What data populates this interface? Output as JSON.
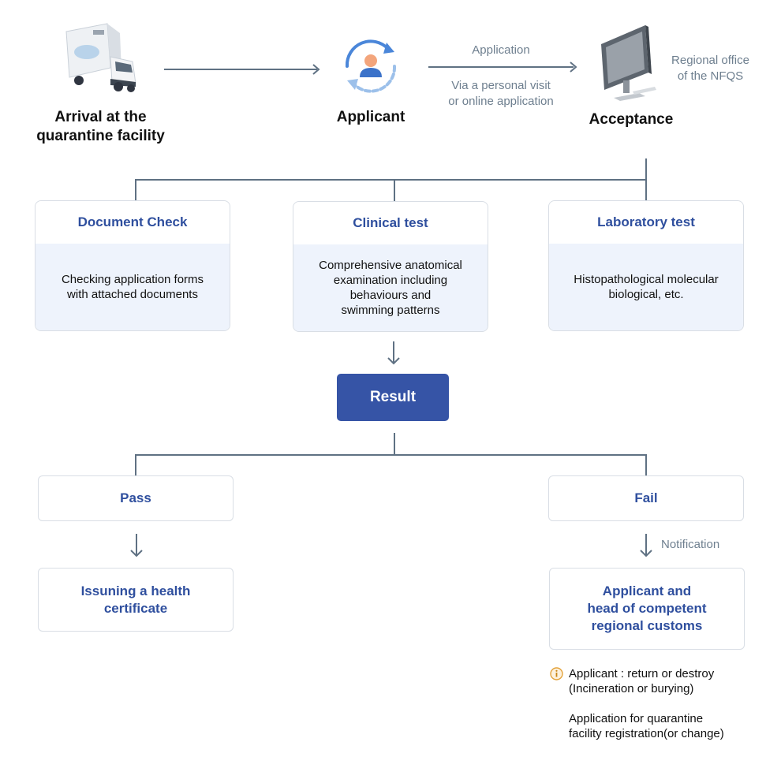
{
  "steps": {
    "arrival": "Arrival at the\nquarantine facility",
    "applicant": "Applicant",
    "acceptance": "Acceptance"
  },
  "application_label": "Application",
  "application_method": "Via a personal visit\nor online application",
  "regional_office": "Regional office\nof the NFQS",
  "tests": [
    {
      "title": "Document Check",
      "desc": "Checking application forms\nwith attached documents"
    },
    {
      "title": "Clinical test",
      "desc": "Comprehensive anatomical\nexamination including\nbehaviours and\nswimming patterns"
    },
    {
      "title": "Laboratory test",
      "desc": "Histopathological molecular\nbiological, etc."
    }
  ],
  "result": "Result",
  "pass": "Pass",
  "fail": "Fail",
  "issuing": "Issuning a health\ncertificate",
  "notification": "Notification",
  "notify_target": "Applicant and\nhead of competent\nregional customs",
  "fail_note_1": "Applicant : return or destroy\n(Incineration or burying)",
  "fail_note_2": "Application for quarantine\nfacility registration(or change)",
  "icons": [
    "truck-icon",
    "applicant-icon",
    "computer-icon",
    "info-icon"
  ],
  "colors": {
    "accent": "#3654a6",
    "title_blue": "#2f4f9e",
    "line": "#5f7183",
    "card_bg": "#eef3fc"
  }
}
